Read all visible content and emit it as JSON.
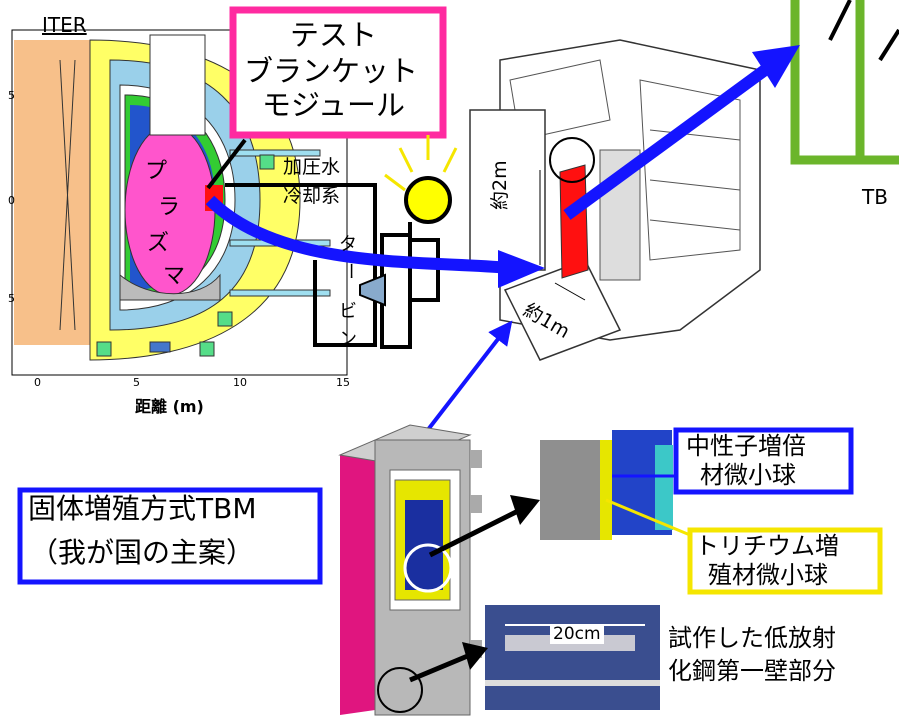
{
  "iter_label": "ITER",
  "axis": {
    "y_ticks": [
      "5",
      "0",
      "5"
    ],
    "x_ticks": [
      "0",
      "5",
      "10",
      "15"
    ],
    "x_label": "距離 (m)"
  },
  "plasma_chars": [
    "プ",
    "ラ",
    "ズ",
    "マ"
  ],
  "test_blanket": [
    "テスト",
    "ブランケット",
    "モジュール"
  ],
  "coolant": [
    "加圧水",
    "冷却系"
  ],
  "turbine_chars": [
    "タ",
    "ー",
    "ビ",
    "ン"
  ],
  "dims": {
    "height": "約2m",
    "width": "約1m"
  },
  "tb_partial": "TB",
  "tbm_box": [
    "固体増殖方式TBM",
    "（我が国の主案）"
  ],
  "neutron_box": [
    "中性子増倍",
    "材微小球"
  ],
  "tritium_box": [
    "トリチウム増",
    "殖材微小球"
  ],
  "photo_label": "20cm",
  "first_wall": [
    "試作した低放射",
    "化鋼第一壁部分"
  ],
  "colors": {
    "blue_arrow": "#1414ff",
    "magenta_box": "#ff2aa0",
    "blue_box": "#1414ff",
    "yellow_box": "#f5e600",
    "green_frame": "#6bb52b",
    "red_module": "#ff1010",
    "plasma": "#ff55cc"
  }
}
